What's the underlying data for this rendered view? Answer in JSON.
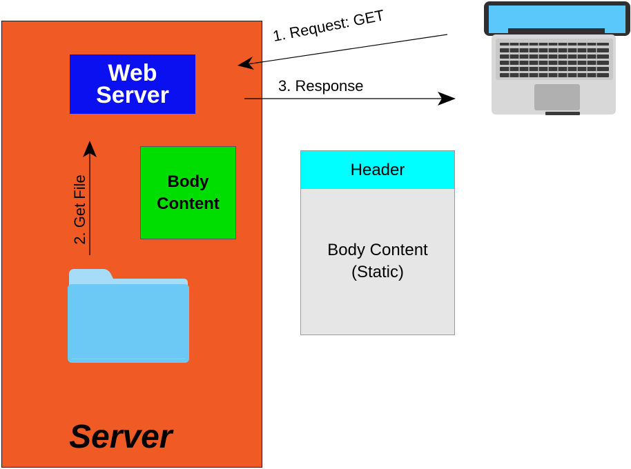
{
  "server": {
    "label": "Server",
    "web_server_label": "Web\nServer",
    "body_content_label": "Body\nContent",
    "get_file_label": "2. Get File"
  },
  "arrows": {
    "request_label": "1. Request: GET",
    "response_label": "3. Response"
  },
  "page": {
    "header_label": "Header",
    "body_label": "Body Content\n(Static)"
  },
  "icons": {
    "folder": "folder-icon",
    "laptop": "laptop-icon"
  },
  "colors": {
    "server_bg": "#f05a24",
    "web_server_bg": "#0a10f0",
    "body_content_bg": "#00dd00",
    "page_header_bg": "#00ffff",
    "page_body_bg": "#e6e6e6",
    "folder": "#6cc8f5",
    "laptop_screen": "#5ac8fa"
  }
}
